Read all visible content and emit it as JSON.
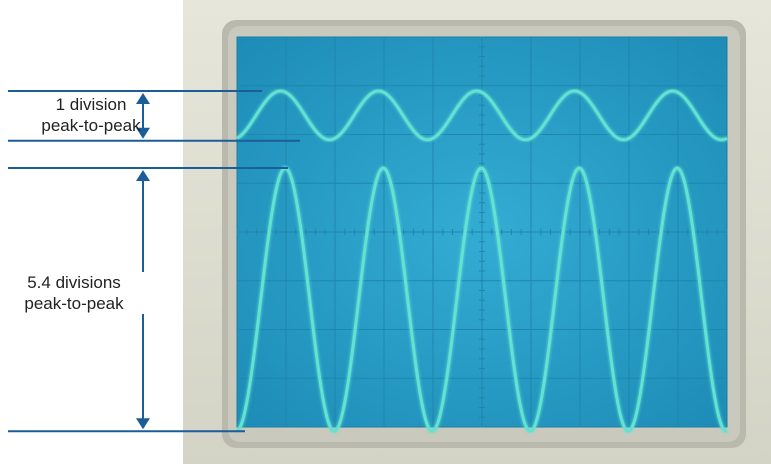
{
  "annotations": {
    "small": {
      "line1": "1 division",
      "line2": "peak-to-peak"
    },
    "large": {
      "line1": "5.4 divisions",
      "line2": "peak-to-peak"
    }
  },
  "colors": {
    "bezel": "#ddddd0",
    "bezel_shadow": "#b8b8ac",
    "screen": "#2aa1c8",
    "screen_edge": "#1b7fa3",
    "grid": "#1f86ad",
    "trace": "#64e2d2",
    "trace_glow": "#9af0e4",
    "annotation": "#1a5d99"
  },
  "traces": {
    "small": {
      "cycles": 5,
      "amplitude_divisions": 1
    },
    "large": {
      "cycles": 5,
      "amplitude_divisions": 5.4
    }
  }
}
